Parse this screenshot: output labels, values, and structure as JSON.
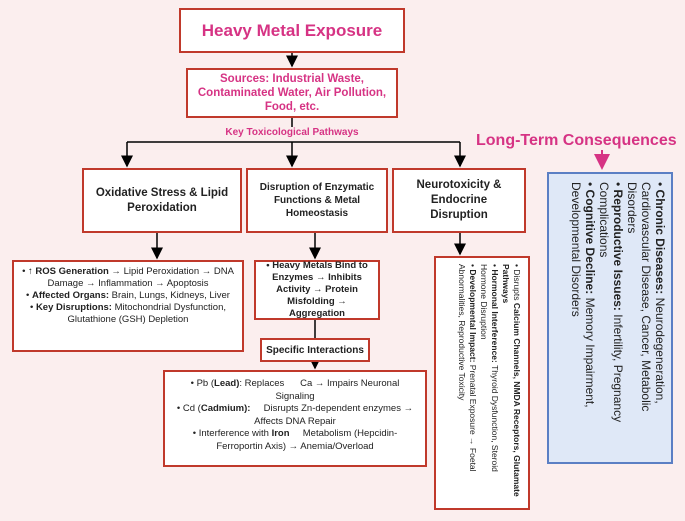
{
  "title": "Heavy Metal Exposure",
  "sources": "Sources: Industrial Waste, Contaminated Water, Air Pollution, Food, etc.",
  "pathways_label": "Key Toxicological Pathways",
  "pathways": {
    "oxidative": "Oxidative Stress & Lipid Peroxidation",
    "enzymatic": "Disruption of Enzymatic Functions & Metal Homeostasis",
    "neuro": "Neurotoxicity & Endocrine Disruption"
  },
  "oxidative_details": {
    "ros_bold": "↑ ROS Generation",
    "ros_text": " → Lipid Peroxidation → DNA Damage → Inflammation → Apoptosis",
    "organs_bold": "Affected Organs:",
    "organs_text": " Brain, Lungs, Kidneys, Liver",
    "disruptions_bold": "Key Disruptions:",
    "disruptions_text": " Mitochondrial Dysfunction, Glutathione (GSH) Depletion"
  },
  "enzymatic_details": "Heavy Metals Bind to Enzymes → Inhibits Activity → Protein Misfolding → Aggregation",
  "specific_label": "Specific Interactions",
  "specific": {
    "pb_pre": "Pb (",
    "pb_bold": "Lead)",
    "pb_text": ": Replaces      Ca → Impairs Neuronal Signaling",
    "cd_pre": "Cd (",
    "cd_bold": "Cadmium):",
    "cd_text": "     Disrupts Zn-dependent enzymes → Affects DNA Repair",
    "fe_pre": "Interference with ",
    "fe_bold": "Iron",
    "fe_text": "     Metabolism (Hepcidin-Ferroportin Axis) → Anemia/Overload"
  },
  "neuro_details": {
    "item1_pre": "Disrupts ",
    "item1_bold": "Calcium Channels, NMDA Receptors, Glutamate Pathways",
    "item2_bold": "Hormonal Interference:",
    "item2_text": " Thyroid Dysfunction, Steroid Hormone Disruption",
    "item3_bold": "Developmental Impact:",
    "item3_text": " Prenatal Exposure → Foetal Abnormalities, Reproductive Toxicity"
  },
  "consequences_title": "Long-Term Consequences",
  "consequences": {
    "chronic_bold": "Chronic Diseases:",
    "chronic_text": " Neurodegeneration, Cardiovascular Disease, Cancer, Metabolic Disorders",
    "repro_bold": "Reproductive Issues:",
    "repro_text": " Infertility, Pregnancy Complications",
    "cog_bold": "Cognitive Decline:",
    "cog_text": " Memory Impairment, Developmental Disorders"
  },
  "colors": {
    "background": "#fbeeee",
    "border": "#c0392b",
    "accent": "#d63384",
    "consequences_fill": "#dfe8f7",
    "consequences_border": "#5b7fc4"
  }
}
